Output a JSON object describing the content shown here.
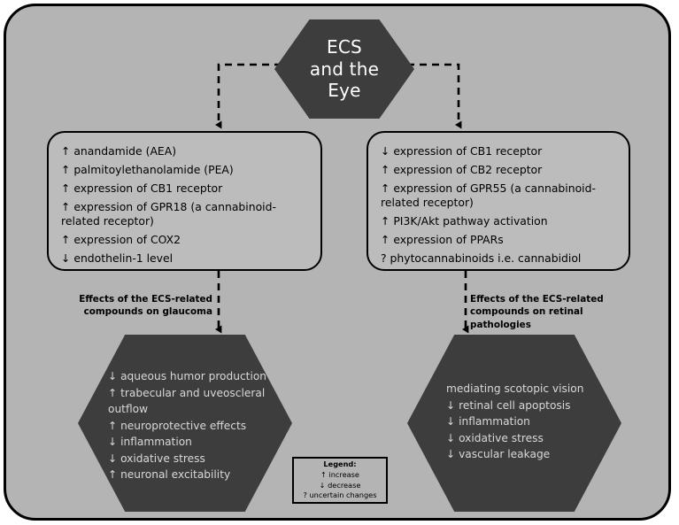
{
  "title_hex": {
    "lines": [
      "ECS",
      "and the",
      "Eye"
    ],
    "text": "ECS and the Eye"
  },
  "boxes": {
    "left": {
      "name": "anterior-segment-findings",
      "items": [
        "↑ anandamide (AEA)",
        "↑ palmitoylethanolamide (PEA)",
        "↑ expression of CB1 receptor",
        "↑ expression of GPR18 (a cannabinoid-related receptor)",
        "↑ expression of COX2",
        "↓ endothelin-1 level"
      ]
    },
    "right": {
      "name": "retina-findings",
      "items": [
        "↓ expression of CB1 receptor",
        "↑ expression of CB2 receptor",
        "↑ expression of GPR55 (a cannabinoid-related receptor)",
        "↑ PI3K/Akt pathway activation",
        "↑ expression of PPARs",
        "? phytocannabinoids i.e. cannabidiol"
      ]
    }
  },
  "captions": {
    "left": "Effects of the ECS-related compounds on glaucoma",
    "right": "Effects of the ECS-related compounds on retinal pathologies"
  },
  "outcomes": {
    "left": {
      "items": [
        "↓ aqueous humor production",
        "↑ trabecular and uveoscleral",
        "outflow",
        "↑ neuroprotective effects",
        "↓ inflammation",
        "↓ oxidative stress",
        "↑ neuronal excitability"
      ]
    },
    "right": {
      "items": [
        "mediating scotopic vision",
        "↓ retinal cell apoptosis",
        "↓ inflammation",
        "↓ oxidative stress",
        "↓ vascular leakage"
      ]
    }
  },
  "legend": {
    "title": "Legend:",
    "items": [
      "↑ increase",
      "↓ decrease",
      "? uncertain changes"
    ]
  },
  "colors": {
    "background": "#b4b4b4",
    "hexagon_fill": "#3d3d3d",
    "hexagon_text": "#d8d8d8",
    "box_fill": "#bcbcbc",
    "stroke": "#000000",
    "title_text": "#ffffff"
  }
}
